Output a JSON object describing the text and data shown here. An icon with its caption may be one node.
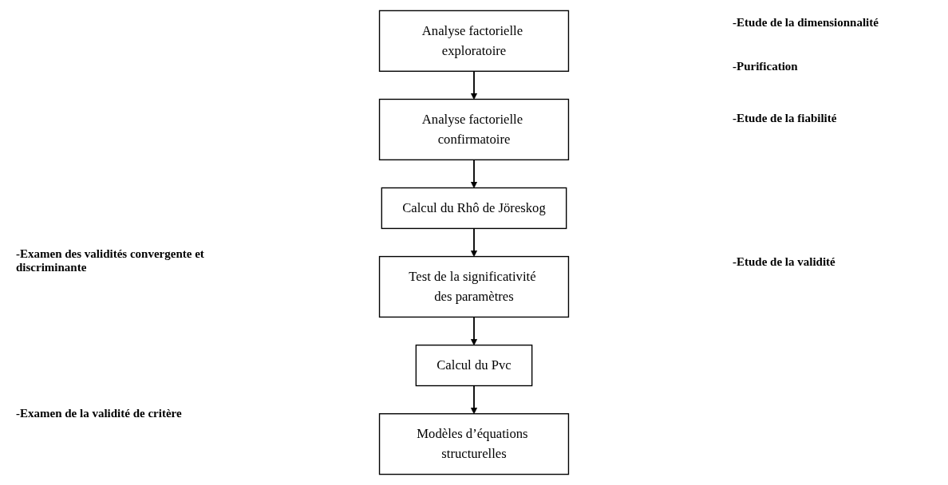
{
  "diagram": {
    "nodes": [
      {
        "text": [
          "Analyse factorielle exploratoire"
        ]
      },
      {
        "text": [
          "Analyse factorielle confirmatoire"
        ]
      },
      {
        "text": [
          "Calcul du Rhô de Jöreskog"
        ]
      },
      {
        "text": [
          "Test de la significativité des paramètres"
        ]
      },
      {
        "text": [
          "Calcul du Pvc"
        ]
      },
      {
        "text": [
          "Modèles d’équations structurelles"
        ]
      }
    ],
    "edges": [
      {
        "from": 0,
        "to": 1,
        "arrow": "to"
      },
      {
        "from": 1,
        "to": 2,
        "arrow": "to"
      },
      {
        "from": 2,
        "to": 3,
        "arrow": "to"
      },
      {
        "from": 3,
        "to": 4,
        "arrow": "to"
      },
      {
        "from": 4,
        "to": 5,
        "arrow": "to"
      }
    ],
    "labels": [
      "-Etude de la dimensionnalité",
      "-Purification",
      "-Etude de la fiabilité",
      "-Examen des validités convergente et discriminante",
      "-Etude de la validité",
      "-Examen de la validité de critère"
    ]
  }
}
